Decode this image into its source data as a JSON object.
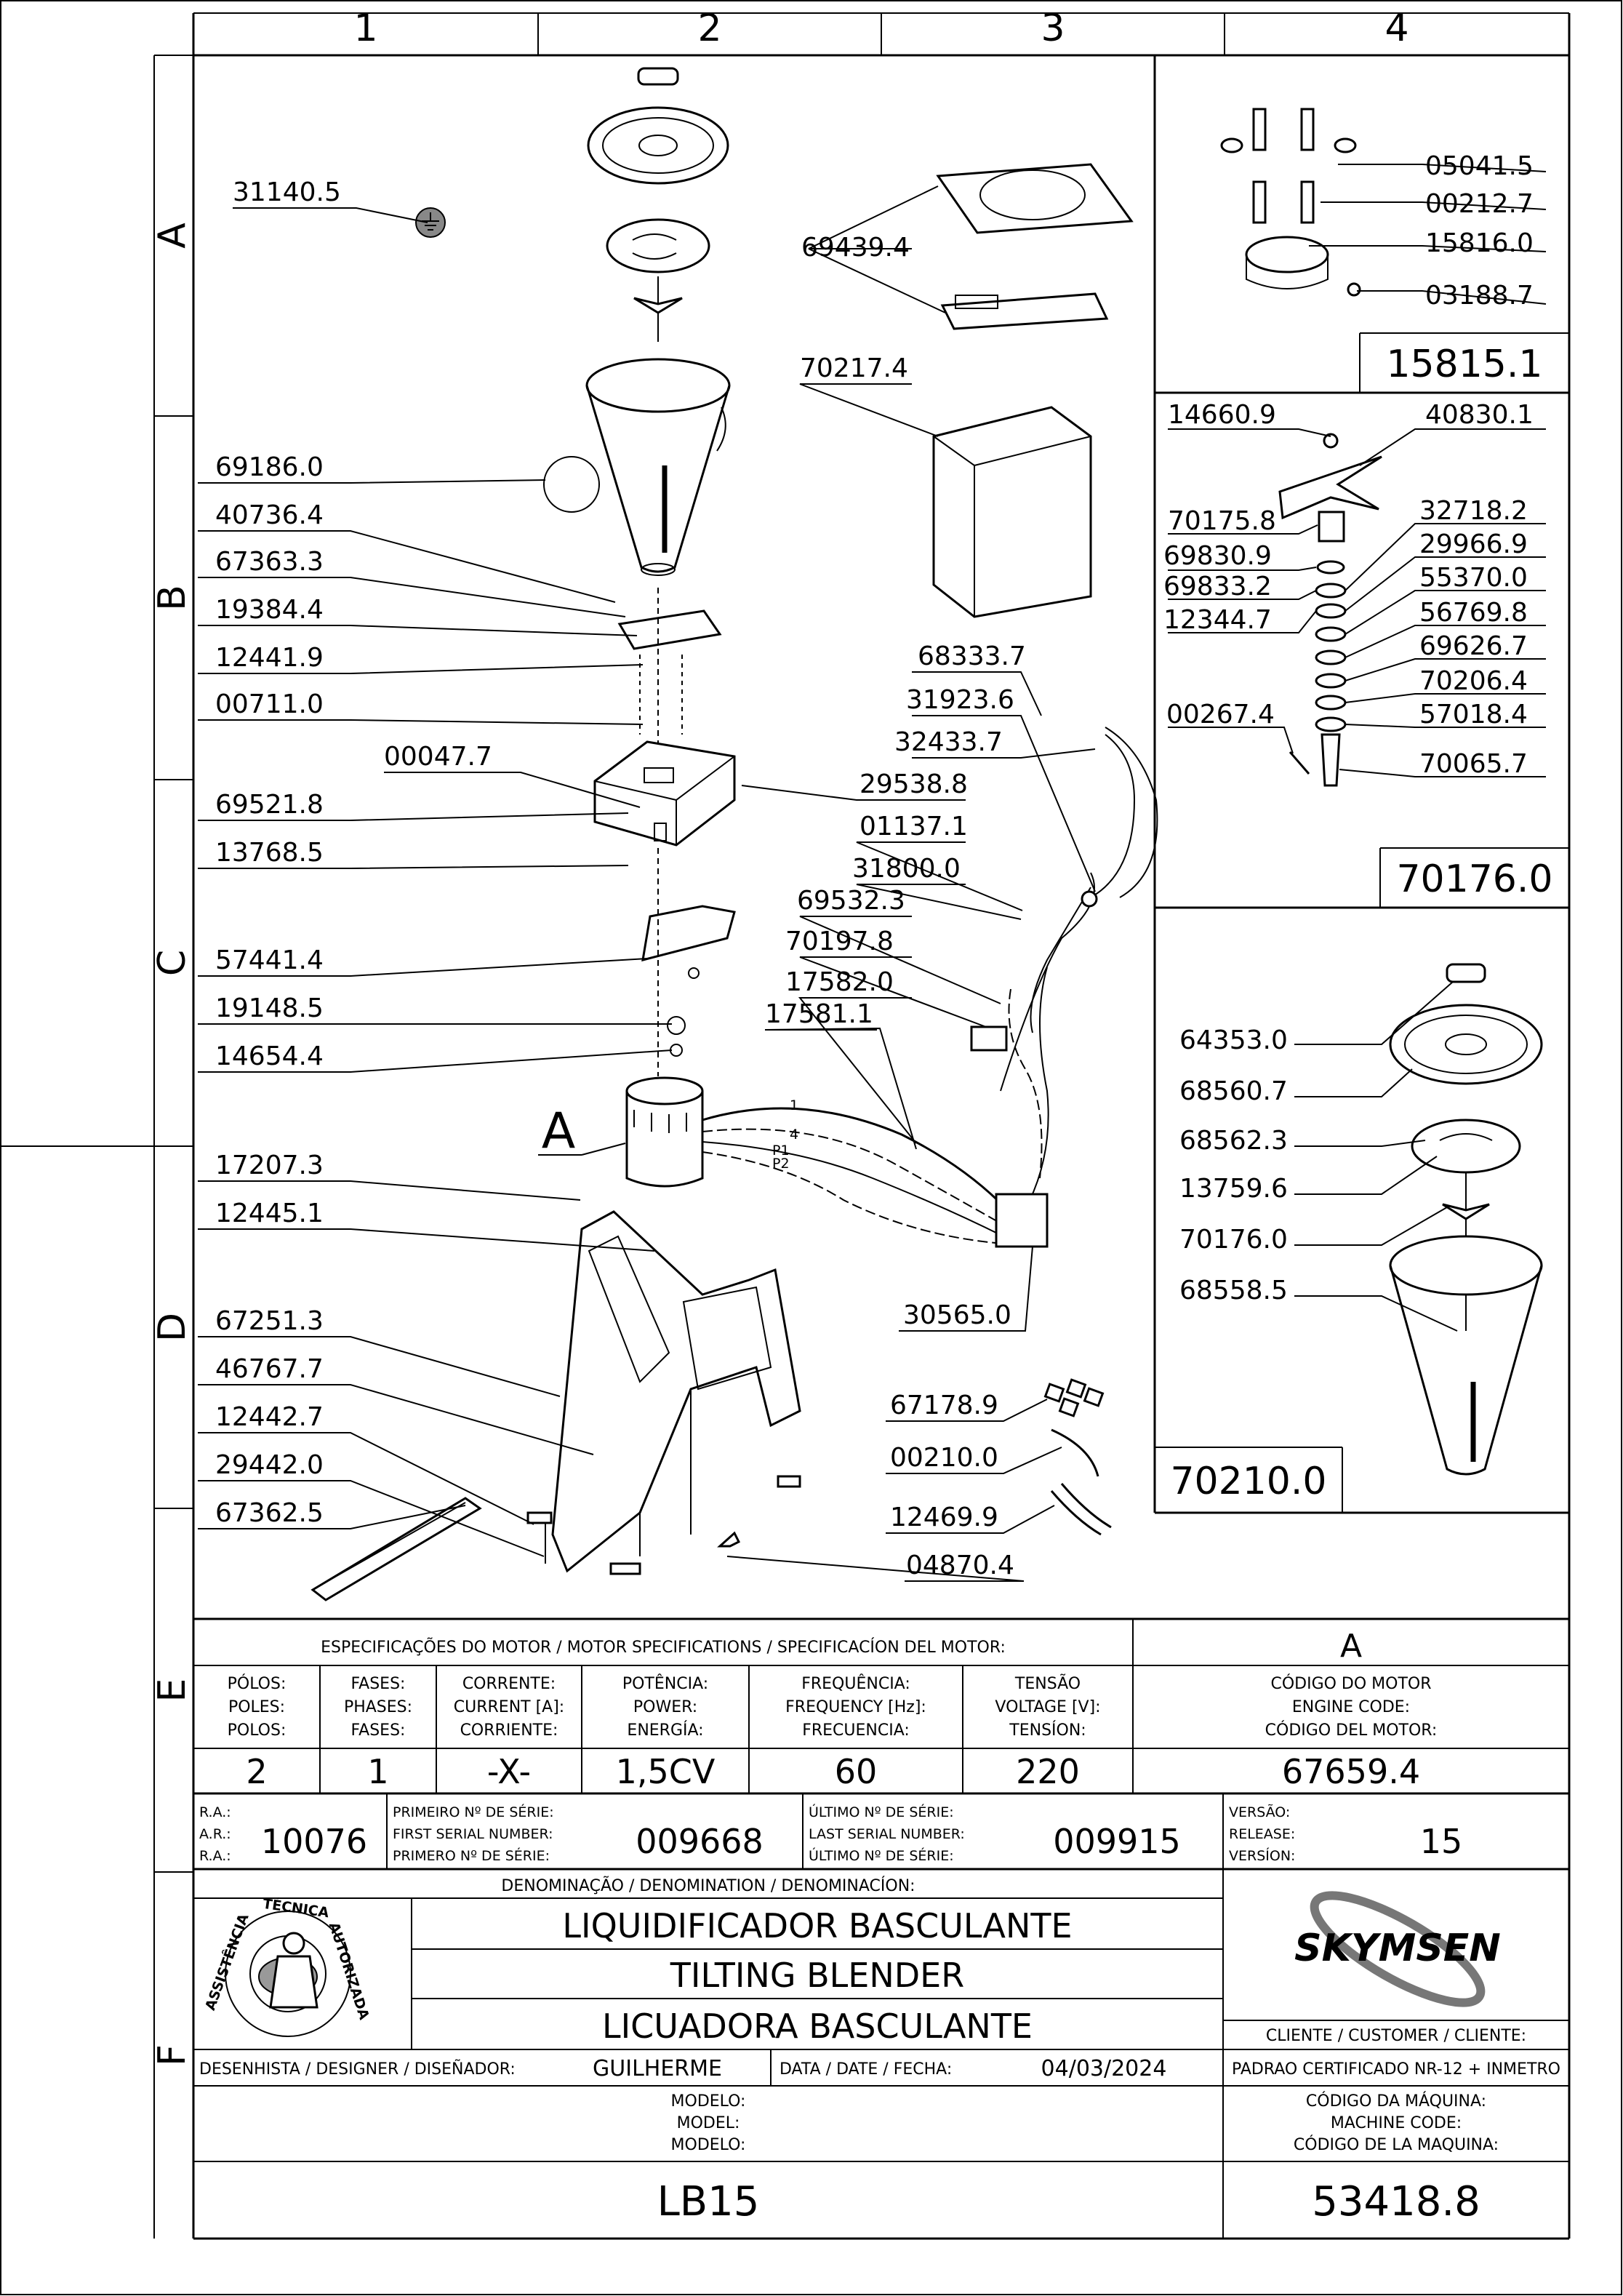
{
  "grid": {
    "columns": [
      "1",
      "2",
      "3",
      "4"
    ],
    "rows": [
      "A",
      "B",
      "C",
      "D",
      "E",
      "F"
    ]
  },
  "main_view": {
    "motor_label": "A",
    "callouts": [
      "31140.5",
      "69186.0",
      "40736.4",
      "67363.3",
      "19384.4",
      "12441.9",
      "00711.0",
      "00047.7",
      "69521.8",
      "13768.5",
      "57441.4",
      "19148.5",
      "14654.4",
      "17207.3",
      "12445.1",
      "67251.3",
      "46767.7",
      "12442.7",
      "29442.0",
      "67362.5",
      "69439.4",
      "70217.4",
      "68333.7",
      "31923.6",
      "32433.7",
      "29538.8",
      "01137.1",
      "31800.0",
      "69532.3",
      "70197.8",
      "17582.0",
      "17581.1",
      "30565.0",
      "67178.9",
      "00210.0",
      "12469.9",
      "04870.4"
    ],
    "wire_labels": [
      "1",
      "4",
      "P1",
      "P2"
    ]
  },
  "detail_15815": {
    "title": "15815.1",
    "callouts": [
      "05041.5",
      "00212.7",
      "15816.0",
      "03188.7"
    ]
  },
  "detail_70176": {
    "title": "70176.0",
    "callouts": [
      "14660.9",
      "40830.1",
      "70175.8",
      "69830.9",
      "69833.2",
      "12344.7",
      "32718.2",
      "29966.9",
      "55370.0",
      "56769.8",
      "69626.7",
      "70206.4",
      "57018.4",
      "00267.4",
      "70065.7"
    ]
  },
  "detail_70210": {
    "title": "70210.0",
    "callouts": [
      "64353.0",
      "68560.7",
      "68562.3",
      "13759.6",
      "70176.0",
      "68558.5"
    ]
  },
  "motor_specs": {
    "header": "ESPECIFICAÇÕES DO MOTOR / MOTOR SPECIFICATIONS / SPECIFICACÍON DEL MOTOR:",
    "motor_ref": "A",
    "columns": [
      {
        "l1": "PÓLOS:",
        "l2": "POLES:",
        "l3": "POLOS:",
        "value": "2"
      },
      {
        "l1": "FASES:",
        "l2": "PHASES:",
        "l3": "FASES:",
        "value": "1"
      },
      {
        "l1": "CORRENTE:",
        "l2": "CURRENT [A]:",
        "l3": "CORRIENTE:",
        "value": "-X-"
      },
      {
        "l1": "POTÊNCIA:",
        "l2": "POWER:",
        "l3": "ENERGÍA:",
        "value": "1,5CV"
      },
      {
        "l1": "FREQUÊNCIA:",
        "l2": "FREQUENCY [Hz]:",
        "l3": "FRECUENCIA:",
        "value": "60"
      },
      {
        "l1": "TENSÃO",
        "l2": "VOLTAGE [V]:",
        "l3": "TENSÍON:",
        "value": "220"
      }
    ],
    "engine_code": {
      "l1": "CÓDIGO DO MOTOR",
      "l2": "ENGINE CODE:",
      "l3": "CÓDIGO DEL MOTOR:",
      "value": "67659.4"
    }
  },
  "serials": {
    "ra_labels": [
      "R.A.:",
      "A.R.:",
      "R.A.:"
    ],
    "ra_value": "10076",
    "first_labels": [
      "PRIMEIRO Nº DE SÉRIE:",
      "FIRST SERIAL NUMBER:",
      "PRIMERO Nº DE SÉRIE:"
    ],
    "first_value": "009668",
    "last_labels": [
      "ÚLTIMO Nº DE SÉRIE:",
      "LAST SERIAL NUMBER:",
      "ÚLTIMO Nº DE SÉRIE:"
    ],
    "last_value": "009915",
    "release_labels": [
      "VERSÃO:",
      "RELEASE:",
      "VERSÍON:"
    ],
    "release_value": "15"
  },
  "title_block": {
    "denomination_label": "DENOMINAÇÃO / DENOMINATION / DENOMINACÍON:",
    "names": [
      "LIQUIDIFICADOR BASCULANTE",
      "TILTING BLENDER",
      "LICUADORA BASCULANTE"
    ],
    "stamp_text": [
      "ASSISTÊNCIA",
      "TÉCNICA",
      "AUTORIZADA"
    ],
    "brand": "SKYMSEN",
    "client_label": "CLIENTE / CUSTOMER / CLIENTE:",
    "client_value": "PADRAO CERTIFICADO NR-12 + INMETRO",
    "designer_label": "DESENHISTA / DESIGNER / DISEÑADOR:",
    "designer": "GUILHERME",
    "date_label": "DATA / DATE / FECHA:",
    "date": "04/03/2024",
    "model_labels": [
      "MODELO:",
      "MODEL:",
      "MODELO:"
    ],
    "model": "LB15",
    "machine_code_labels": [
      "CÓDIGO DA MÁQUINA:",
      "MACHINE CODE:",
      "CÓDIGO DE LA MAQUINA:"
    ],
    "machine_code": "53418.8"
  }
}
